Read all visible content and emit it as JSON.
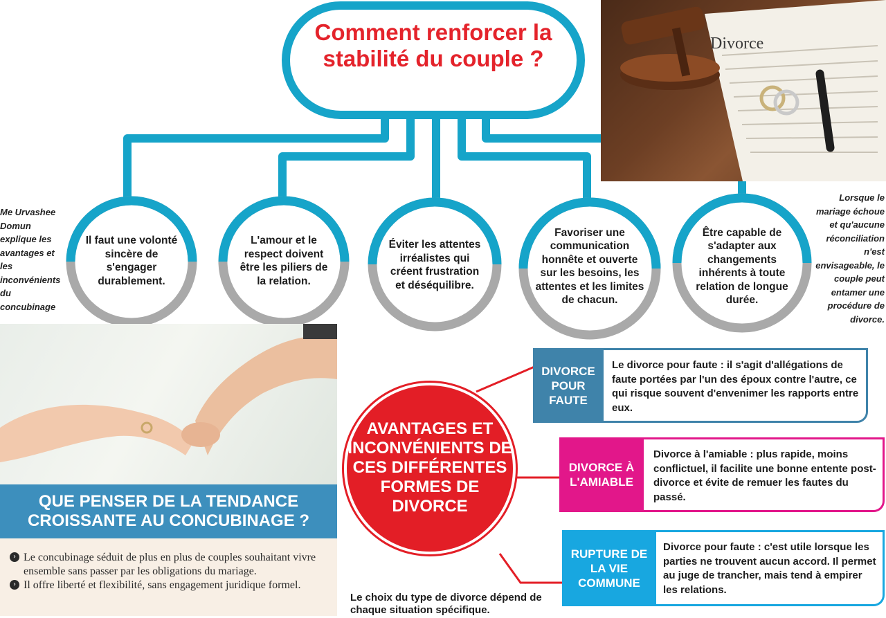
{
  "title": "Comment renforcer la stabilité du couple ?",
  "photos": {
    "gavel_label": "Divorce",
    "gavel_alt_name": "gavel-divorce-document-photo",
    "hands_alt_name": "holding-hands-photo"
  },
  "side_notes": {
    "left": "Me Urvashee Domun explique les avantages et les inconvénients du concubinage",
    "right": "Lorsque le mariage échoue et qu'aucune réconciliation n'est envisageable, le couple peut entamer une procédure de divorce."
  },
  "pillars": [
    {
      "text": "Il faut une volonté sincère de s'engager durablement."
    },
    {
      "text": "L'amour et le respect doivent être les piliers de la relation."
    },
    {
      "text": "Éviter les attentes irréalistes qui créent frustration et déséquilibre."
    },
    {
      "text": "Favoriser une communication honnête et ouverte sur les besoins, les attentes et les limites de chacun."
    },
    {
      "text": "Être capable de s'adapter aux changements inhérents à toute relation de longue durée."
    }
  ],
  "concubinage": {
    "heading": "QUE PENSER DE LA TENDANCE CROISSANTE AU CONCUBINAGE ?",
    "bullets": [
      "Le concubinage séduit de plus en plus de couples souhaitant vivre ensemble sans passer par les obligations du mariage.",
      "Il offre liberté et flexibilité, sans engagement juridique formel."
    ]
  },
  "divorce_center": "AVANTAGES ET INCONVÉNIENTS DE CES DIFFÉRENTES FORMES DE DIVORCE",
  "divorce_types": [
    {
      "label": "DIVORCE POUR FAUTE",
      "text": "Le divorce pour faute : il s'agit d'allégations de faute portées par l'un des époux contre l'autre, ce qui risque souvent d'envenimer les rapports entre eux.",
      "color": "#3f83aa"
    },
    {
      "label": "DIVORCE À L'AMIABLE",
      "text": "Divorce à l'amiable : plus rapide, moins conflictuel, il facilite une bonne entente post-divorce et évite de remuer les fautes du passé.",
      "color": "#e2178a"
    },
    {
      "label": "RUPTURE DE LA VIE COMMUNE",
      "text": "Divorce pour faute : c'est utile lorsque les parties ne trouvent aucun accord. Il permet au juge de trancher, mais tend à empirer les relations.",
      "color": "#18a7e0"
    }
  ],
  "choice_note": "Le choix du type de divorce dépend de chaque situation spécifique.",
  "colors": {
    "teal": "#16a4c9",
    "grey": "#a9a9a9",
    "title_red": "#e4232b",
    "circle_red": "#e31e26",
    "banner_blue": "#3d8fbd",
    "cream": "#f8efe5"
  }
}
